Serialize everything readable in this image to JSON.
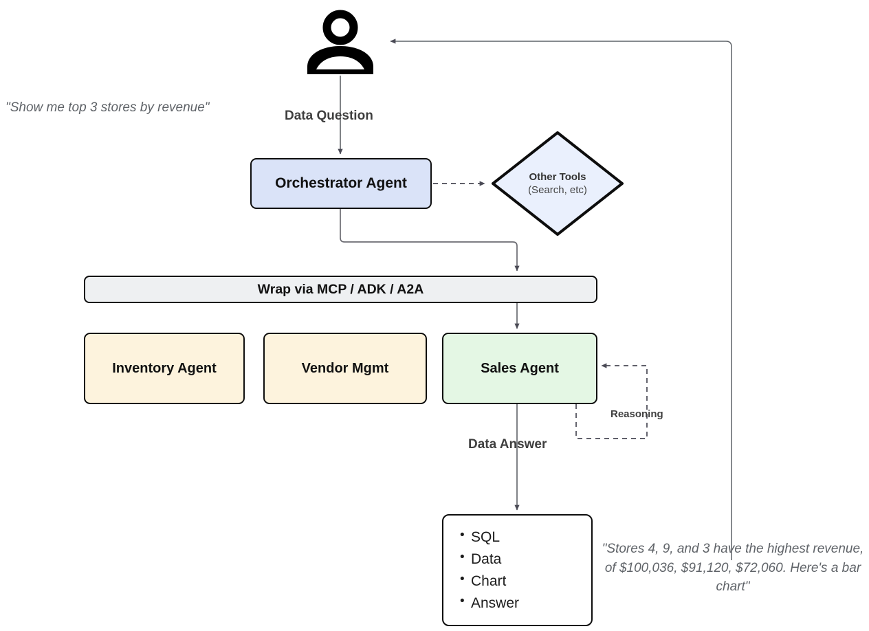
{
  "diagram": {
    "title": "Multi-agent data question flow",
    "colors": {
      "orchestrator_fill": "#dae3f8",
      "tools_fill": "#eaf0fd",
      "wrap_fill": "#eef0f2",
      "agent_fill": "#fdf3dd",
      "sales_fill": "#e4f7e4",
      "output_fill": "#ffffff",
      "stroke": "#0d0d0d",
      "arrow": "#4a4a55",
      "quote_text": "#5f6368",
      "flow_label_text": "#3f3f3f"
    }
  },
  "actor": {
    "icon": "person-icon",
    "quote": "\"Show me top 3 stores by revenue\""
  },
  "flow_labels": {
    "data_question": "Data Question",
    "data_answer": "Data Answer",
    "reasoning": "Reasoning"
  },
  "nodes": {
    "orchestrator": {
      "label": "Orchestrator Agent"
    },
    "other_tools": {
      "line1": "Other Tools",
      "line2": "(Search, etc)"
    },
    "wrap": {
      "label": "Wrap via MCP / ADK / A2A"
    },
    "inventory": {
      "label": "Inventory Agent"
    },
    "vendor": {
      "label": "Vendor Mgmt"
    },
    "sales": {
      "label": "Sales Agent"
    }
  },
  "output": {
    "items": [
      "SQL",
      "Data",
      "Chart",
      "Answer"
    ]
  },
  "answer_quote": "\"Stores 4, 9, and 3 have the highest revenue, of $100,036, $91,120, $72,060. Here's a bar chart\""
}
